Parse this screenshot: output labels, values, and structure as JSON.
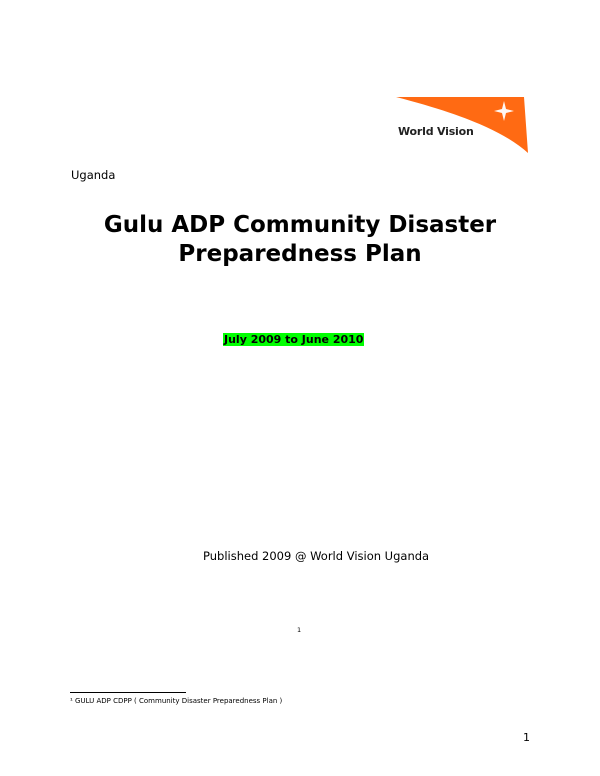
{
  "logo": {
    "text": "World Vision",
    "brand_color": "#ff6a13"
  },
  "document": {
    "country": "Uganda",
    "title_line1": "Gulu ADP Community Disaster",
    "title_line2": "Preparedness Plan",
    "period": "July 2009 to June 2010",
    "period_highlight": "#00ff00",
    "published": "Published 2009 @ World Vision Uganda",
    "footnote_ref": "1",
    "footnote": "¹ GULU ADP CDPP ( Community Disaster Preparedness Plan )",
    "page_number": "1"
  }
}
